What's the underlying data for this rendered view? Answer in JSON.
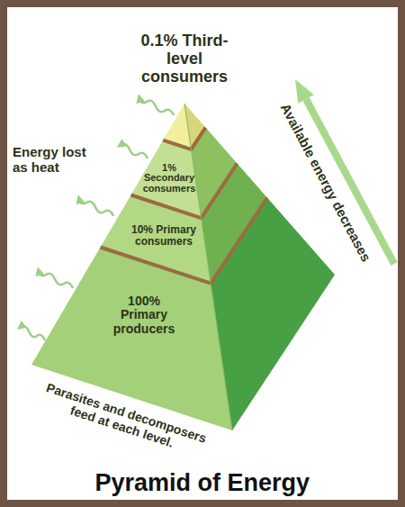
{
  "diagram": {
    "title": "Pyramid of Energy",
    "nodes": [
      {
        "text": [
          "0.1% Third-level consumers"
        ]
      },
      {
        "text": [
          "1% Secondary consumers"
        ]
      },
      {
        "text": [
          "10% Primary consumers"
        ]
      },
      {
        "text": [
          "100% Primary producers"
        ]
      }
    ],
    "labels": [
      "Energy lost as heat",
      "Available energy decreases",
      "Parasites and decomposers feed at each level."
    ]
  }
}
